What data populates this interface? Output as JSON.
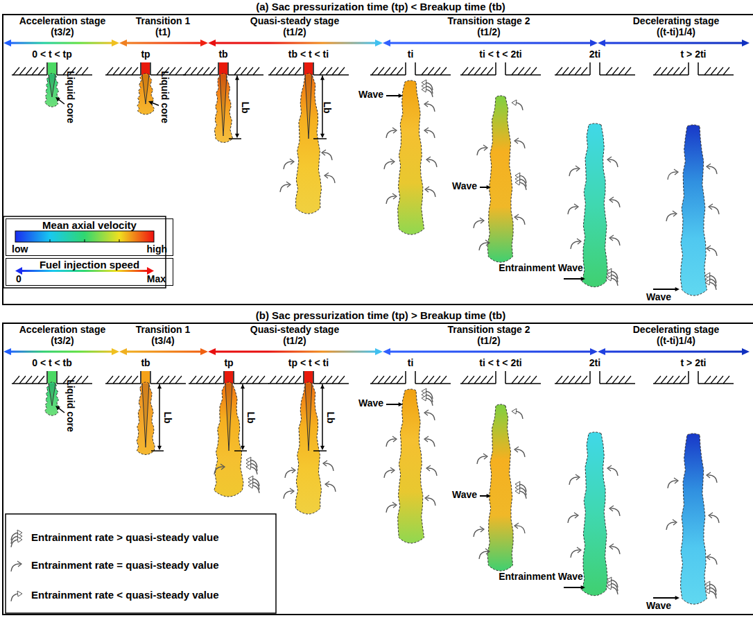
{
  "diagram": {
    "nodes": [
      {
        "text": [
          "(a) Sac pressurization time (tp) < Breakup time (tb)"
        ]
      },
      {
        "text": [
          "Mean axial velocity",
          "low",
          "high"
        ],
        "in": 0
      },
      {
        "text": [
          "Fuel injection speed",
          "0",
          "Max"
        ],
        "in": 0
      },
      {
        "text": [
          "(b) Sac pressurization time (tp) > Breakup time (tb)"
        ]
      }
    ],
    "labels": [
      "Acceleration stage",
      "(t3/2)",
      "Transition 1",
      "(t1)",
      "Quasi-steady stage",
      "(t1/2)",
      "Transition stage 2",
      "(t1/2)",
      "Decelerating stage",
      "((t-ti)1/4)",
      "0 < t < tp",
      "tp",
      "tb",
      "tb < t < ti",
      "ti",
      "ti < t < 2ti",
      "2ti",
      "t > 2ti",
      "Liquid core",
      "Liquid core",
      "Lb",
      "Lb",
      "Wave",
      "Wave",
      "Entrainment Wave",
      "Wave",
      "Acceleration stage",
      "(t3/2)",
      "Transition 1",
      "(t3/4)",
      "Quasi-steady stage",
      "(t1/2)",
      "Transition stage 2",
      "(t1/2)",
      "Decelerating stage",
      "((t-ti)1/4)",
      "0 < t < tb",
      "tb",
      "tp",
      "tp < t < ti",
      "ti",
      "ti < t < 2ti",
      "2ti",
      "t > 2ti",
      "Liquid core",
      "Lb",
      "Lb",
      "Lb",
      "Wave",
      "Wave",
      "Entrainment Wave",
      "Wave"
    ],
    "legend": [
      {
        "text": "Entrainment rate > quasi-steady value"
      },
      {
        "text": "Entrainment rate = quasi-steady value"
      },
      {
        "text": "Entrainment rate < quasi-steady value"
      }
    ]
  }
}
